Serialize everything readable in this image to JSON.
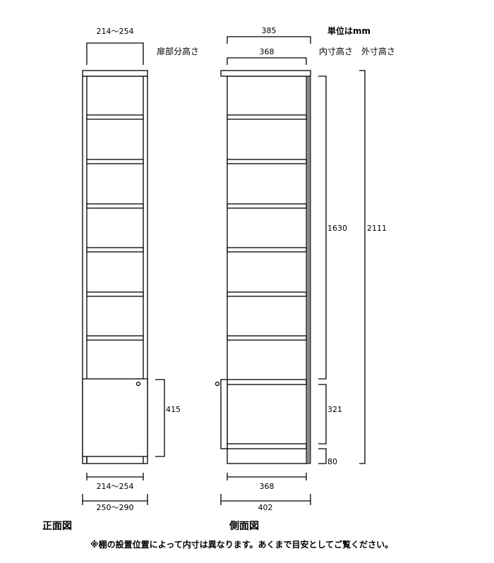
{
  "unit_label": "単位はmm",
  "headers": {
    "door_height": "扉部分高さ",
    "inner_height": "内寸高さ",
    "outer_height": "外寸高さ"
  },
  "front": {
    "title": "正面図",
    "top_width": "214～254",
    "bottom_inner_width": "214～254",
    "bottom_outer_width": "250～290",
    "door_height": "415"
  },
  "side": {
    "title": "側面図",
    "top_outer": "385",
    "top_inner": "368",
    "inner_height": "1630",
    "lower_inner": "321",
    "base": "80",
    "outer_height": "2111",
    "bottom_inner": "368",
    "bottom_outer": "402"
  },
  "note": "※棚の設置位置によって内寸は異なります。あくまで目安としてご覧ください。",
  "colors": {
    "back_panel": "#8c8c8c"
  }
}
